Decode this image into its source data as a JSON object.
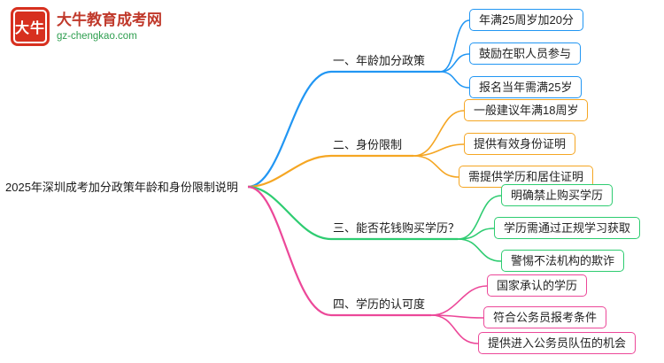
{
  "logo": {
    "seal_text": "大牛",
    "title": "大牛教育成考网",
    "url": "gz-chengkao.com"
  },
  "root": {
    "label": "2025年深圳成考加分政策年龄和身份限制说明"
  },
  "branches": [
    {
      "label": "一、年龄加分政策",
      "color": "#2196F3",
      "children": [
        "年满25周岁加20分",
        "鼓励在职人员参与",
        "报名当年需满25岁"
      ]
    },
    {
      "label": "二、身份限制",
      "color": "#F5A623",
      "children": [
        "一般建议年满18周岁",
        "提供有效身份证明",
        "需提供学历和居住证明"
      ]
    },
    {
      "label": "三、能否花钱购买学历？",
      "color": "#2ECC71",
      "children": [
        "明确禁止购买学历",
        "学历需通过正规学习获取",
        "警惕不法机构的欺诈"
      ]
    },
    {
      "label": "四、学历的认可度",
      "color": "#EC4899",
      "children": [
        "国家承认的学历",
        "符合公务员报考条件",
        "提供进入公务员队伍的机会"
      ]
    }
  ]
}
